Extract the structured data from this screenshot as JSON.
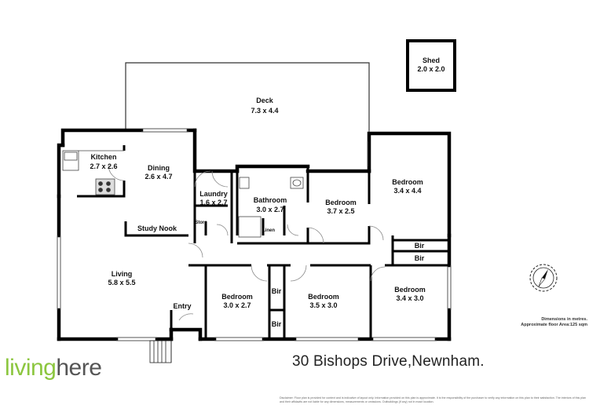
{
  "rooms": {
    "shed": {
      "name": "Shed",
      "dims": "2.0 x 2.0"
    },
    "deck": {
      "name": "Deck",
      "dims": "7.3 x 4.4"
    },
    "kitchen": {
      "name": "Kitchen",
      "dims": "2.7 x 2.6"
    },
    "dining": {
      "name": "Dining",
      "dims": "2.6 x 4.7"
    },
    "laundry": {
      "name": "Laundry",
      "dims": "1.6 x 2.7"
    },
    "bathroom": {
      "name": "Bathroom",
      "dims": "3.0 x 2.7"
    },
    "bedroom_mid_top": {
      "name": "Bedroom",
      "dims": "3.7 x 2.5"
    },
    "bedroom_right_top": {
      "name": "Bedroom",
      "dims": "3.4 x 4.4"
    },
    "study_nook": {
      "name": "Study Nook"
    },
    "store": {
      "name": "Store"
    },
    "linen": {
      "name": "Linen"
    },
    "living": {
      "name": "Living",
      "dims": "5.8 x 5.5"
    },
    "entry": {
      "name": "Entry"
    },
    "bedroom_1": {
      "name": "Bedroom",
      "dims": "3.0 x 2.7"
    },
    "bedroom_2": {
      "name": "Bedroom",
      "dims": "3.5 x 3.0"
    },
    "bedroom_3": {
      "name": "Bedroom",
      "dims": "3.4 x 3.0"
    },
    "bir": "Bir"
  },
  "address": "30 Bishops Drive,Newnham.",
  "brand": {
    "part1": "living",
    "part2": "here",
    "color_living": "#8cc63f",
    "color_here": "#555555"
  },
  "dimensions_note": {
    "line1": "Dimensions in metres.",
    "line2": "Approximate floor Area:125 sqm"
  },
  "disclaimer": "Disclaimer: Floor plan is provided for context and is indicative of layout only. Information provided on this plan is approximate. It is the responsibility of the purchaser to verify any information on this plan to their satisfaction. The interiors of this plan and their affidavits are not liable for any dimensions, measurements or omissions. Outbuildings (if any) not in exact location.",
  "compass_icon": "north-compass-icon"
}
